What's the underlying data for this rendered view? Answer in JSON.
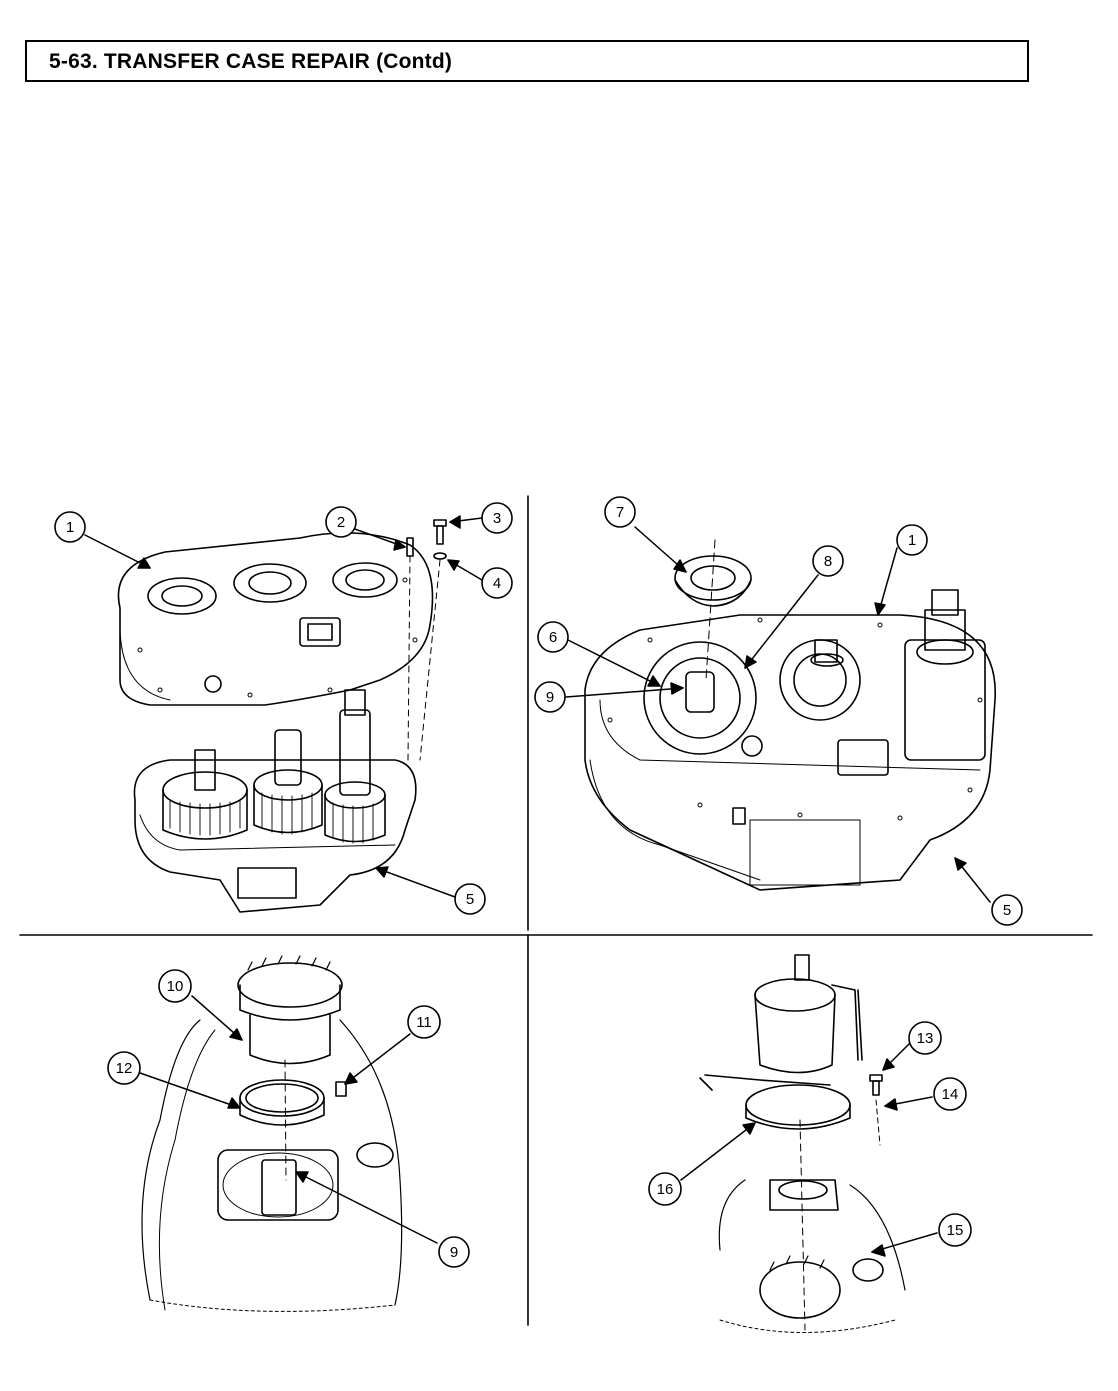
{
  "header": {
    "title": "5-63.  TRANSFER CASE REPAIR (Contd)"
  },
  "figures": {
    "top_left": {
      "callouts": [
        "1",
        "2",
        "3",
        "4",
        "5"
      ]
    },
    "top_right": {
      "callouts": [
        "7",
        "8",
        "1",
        "6",
        "9",
        "5"
      ]
    },
    "bottom_left": {
      "callouts": [
        "10",
        "11",
        "12",
        "9"
      ]
    },
    "bottom_right": {
      "callouts": [
        "13",
        "14",
        "16",
        "15"
      ]
    }
  }
}
